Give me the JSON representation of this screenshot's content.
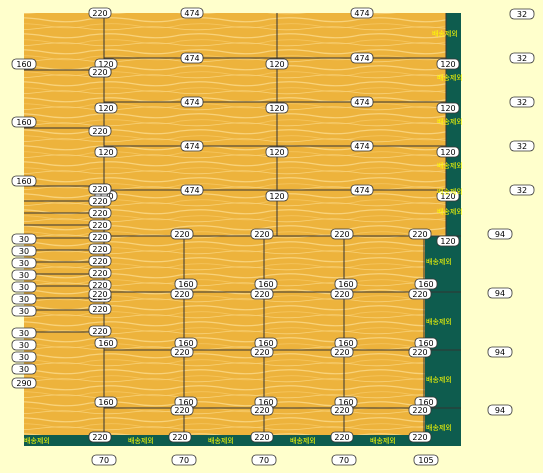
{
  "colors": {
    "background": "#FFFFCC",
    "wood": "#EDB33C",
    "wood_grain": "#F8D27A",
    "trim": "#0E5C4E",
    "trim_text": "#FFFF00",
    "line": "#333333"
  },
  "trim_text": "배송제외",
  "right_trim_labels": [
    "배송제외",
    "배송제외",
    "배송제외",
    "배송제외",
    "배송제외",
    "배송제외",
    "배송제외",
    "배송제외",
    "배송제외",
    "배송제외"
  ],
  "bottom_trim_labels": [
    "배송제외",
    "배송제외",
    "배송제외",
    "배송제외",
    "배송제외"
  ],
  "top_row_labels": [
    "220",
    "474",
    "474"
  ],
  "upper_grid_labels": [
    "474",
    "474",
    "120",
    "120",
    "120",
    "474",
    "474",
    "120",
    "120",
    "120",
    "474",
    "474",
    "120",
    "120",
    "120",
    "474",
    "474",
    "120",
    "120",
    "120",
    "220",
    "220",
    "220",
    "220",
    "120"
  ],
  "left_stack_labels": [
    "220",
    "220",
    "220",
    "220",
    "220",
    "220",
    "220",
    "220",
    "220",
    "220",
    "220",
    "220",
    "220",
    "220"
  ],
  "upper_left_labels": [
    "220",
    "220",
    "220"
  ],
  "lower_grid_labels": [
    "160",
    "160",
    "160",
    "160",
    "220",
    "220",
    "220",
    "220",
    "220",
    "160",
    "160",
    "160",
    "160",
    "160",
    "220",
    "220",
    "220",
    "220",
    "160",
    "160",
    "160",
    "160",
    "160",
    "220",
    "220",
    "220",
    "220",
    "220",
    "220",
    "220",
    "220",
    "220"
  ],
  "left_labels": [
    "160",
    "160",
    "160",
    "30",
    "30",
    "30",
    "30",
    "30",
    "30",
    "30",
    "30",
    "30",
    "30",
    "30",
    "290"
  ],
  "right_labels": [
    "32",
    "32",
    "32",
    "32",
    "32",
    "94",
    "94",
    "94",
    "94"
  ],
  "bottom_labels": [
    "70",
    "70",
    "70",
    "70",
    "105"
  ]
}
